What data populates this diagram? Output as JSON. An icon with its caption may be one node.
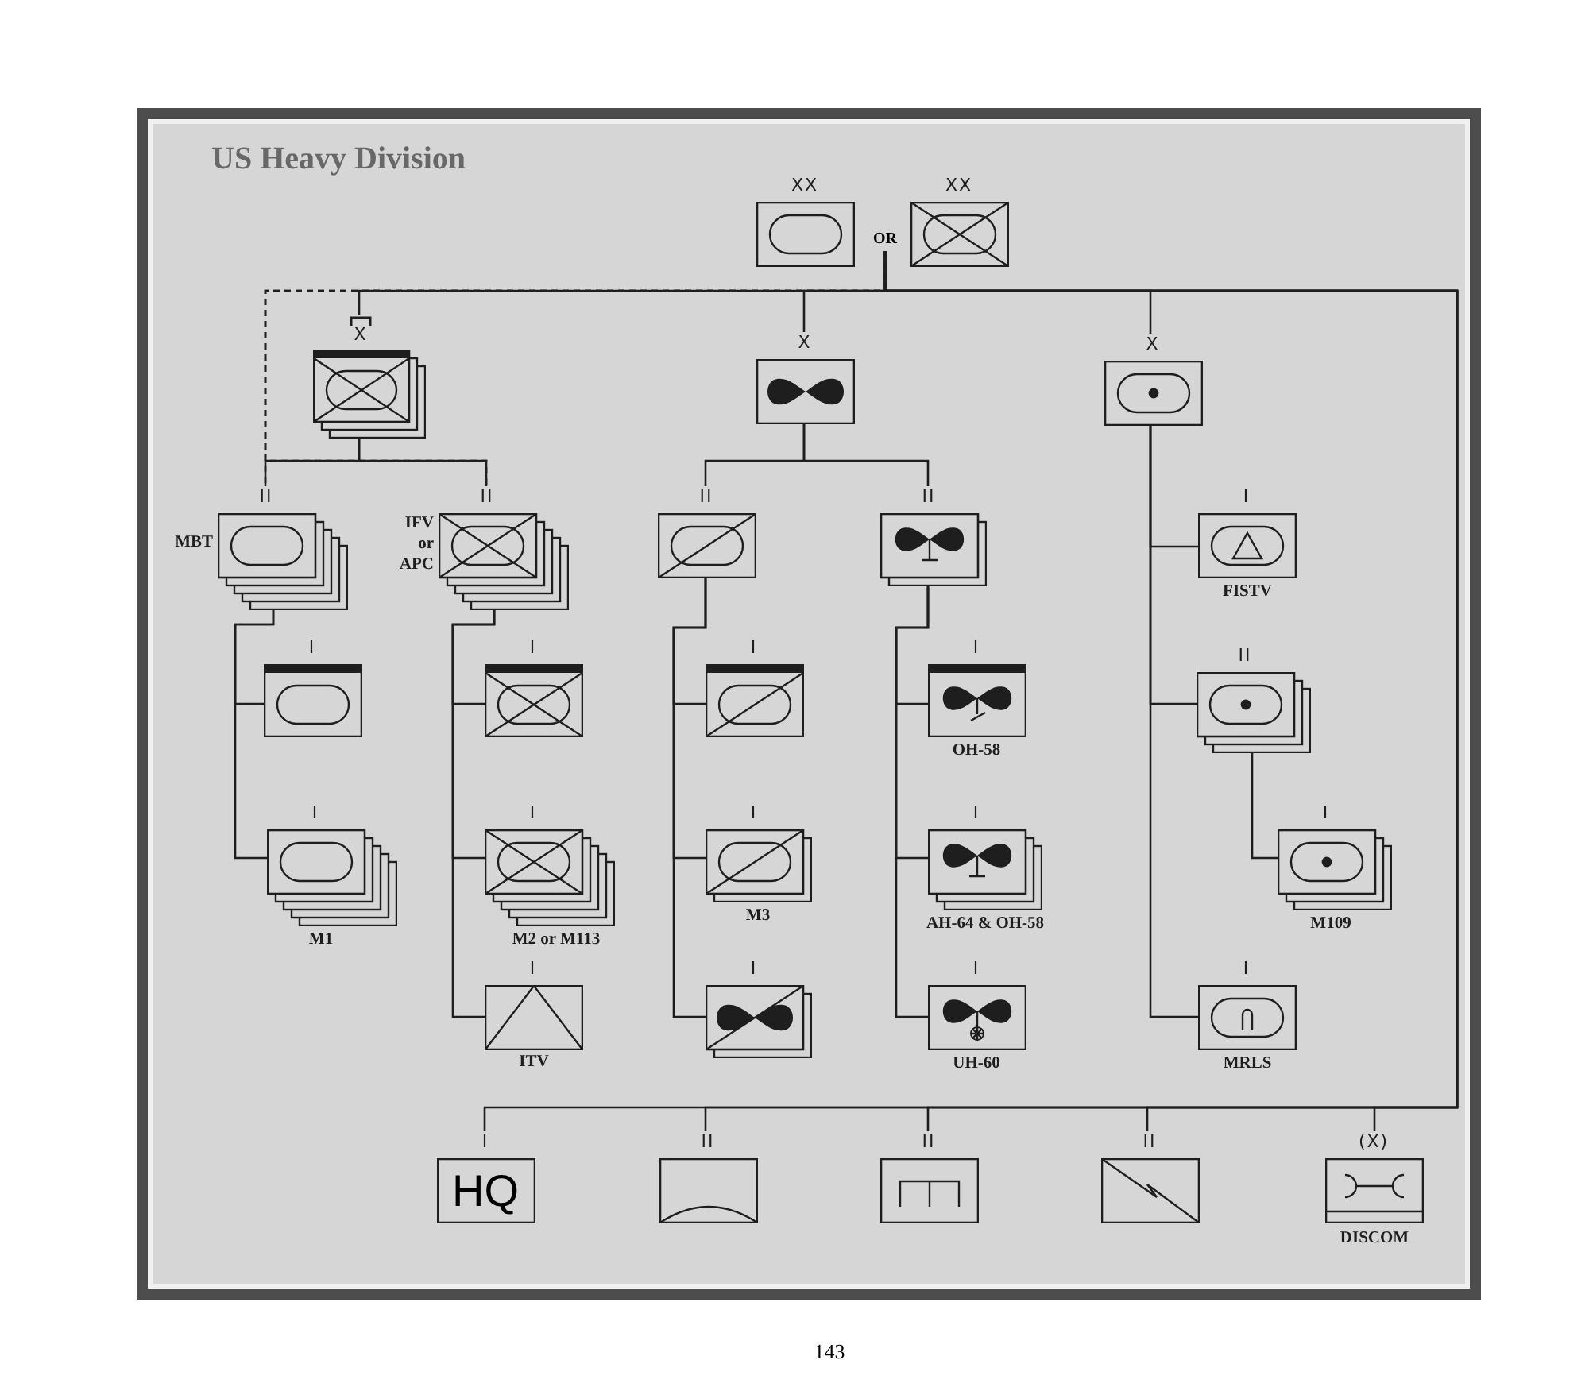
{
  "diagram": {
    "title": "US Heavy Division",
    "nodes": [
      {
        "text": [
          "XX"
        ]
      },
      {
        "text": [
          "OR"
        ]
      },
      {
        "text": [
          "XX"
        ]
      },
      {
        "text": [
          "X"
        ]
      },
      {
        "text": [
          "X"
        ]
      },
      {
        "text": [
          "X"
        ]
      },
      {
        "text": [
          "II"
        ],
        "beside": [
          "MBT"
        ]
      },
      {
        "text": [
          "II"
        ],
        "beside": [
          "IFV or APC"
        ]
      },
      {
        "text": [
          "II"
        ]
      },
      {
        "text": [
          "II"
        ]
      },
      {
        "text": [
          "I"
        ],
        "beside": [
          "FISTV"
        ]
      },
      {
        "text": [
          "I"
        ]
      },
      {
        "text": [
          "I"
        ],
        "beside": [
          "M1"
        ]
      },
      {
        "text": [
          "I"
        ]
      },
      {
        "text": [
          "I"
        ],
        "beside": [
          "M2 or M113"
        ]
      },
      {
        "text": [
          "I"
        ],
        "beside": [
          "ITV"
        ]
      },
      {
        "text": [
          "I"
        ]
      },
      {
        "text": [
          "I"
        ],
        "beside": [
          "M3"
        ]
      },
      {
        "text": [
          "I"
        ]
      },
      {
        "text": [
          "I"
        ],
        "beside": [
          "OH-58"
        ]
      },
      {
        "text": [
          "I"
        ],
        "beside": [
          "AH-64 & OH-58"
        ]
      },
      {
        "text": [
          "I"
        ],
        "beside": [
          "UH-60"
        ]
      },
      {
        "text": [
          "II"
        ]
      },
      {
        "text": [
          "I"
        ],
        "beside": [
          "M109"
        ]
      },
      {
        "text": [
          "I"
        ],
        "beside": [
          "MRLS"
        ]
      },
      {
        "text": [
          "I",
          "HQ"
        ]
      },
      {
        "text": [
          "II"
        ]
      },
      {
        "text": [
          "II"
        ]
      },
      {
        "text": [
          "II"
        ]
      },
      {
        "text": [
          "(X)"
        ],
        "beside": [
          "DISCOM"
        ]
      }
    ],
    "edges": [
      {
        "from": 1,
        "to": 3,
        "arrow": "none"
      },
      {
        "from": 1,
        "to": 4,
        "arrow": "none"
      },
      {
        "from": 1,
        "to": 5,
        "arrow": "none"
      },
      {
        "from": 1,
        "to": 6,
        "arrow": "none",
        "style": "dashed"
      },
      {
        "from": 1,
        "to": 7,
        "arrow": "none",
        "style": "dashed"
      },
      {
        "from": 3,
        "to": 6,
        "arrow": "none"
      },
      {
        "from": 3,
        "to": 7,
        "arrow": "none"
      },
      {
        "from": 4,
        "to": 8,
        "arrow": "none"
      },
      {
        "from": 4,
        "to": 9,
        "arrow": "none"
      },
      {
        "from": 1,
        "to": 25,
        "arrow": "none"
      },
      {
        "from": 1,
        "to": 26,
        "arrow": "none"
      },
      {
        "from": 1,
        "to": 27,
        "arrow": "none"
      },
      {
        "from": 1,
        "to": 28,
        "arrow": "none"
      },
      {
        "from": 1,
        "to": 29,
        "arrow": "none"
      },
      {
        "from": 6,
        "to": 11,
        "arrow": "none"
      },
      {
        "from": 6,
        "to": 12,
        "arrow": "none"
      },
      {
        "from": 7,
        "to": 13,
        "arrow": "none"
      },
      {
        "from": 7,
        "to": 14,
        "arrow": "none"
      },
      {
        "from": 7,
        "to": 15,
        "arrow": "none"
      },
      {
        "from": 8,
        "to": 16,
        "arrow": "none"
      },
      {
        "from": 8,
        "to": 17,
        "arrow": "none"
      },
      {
        "from": 8,
        "to": 18,
        "arrow": "none"
      },
      {
        "from": 9,
        "to": 19,
        "arrow": "none"
      },
      {
        "from": 9,
        "to": 20,
        "arrow": "none"
      },
      {
        "from": 9,
        "to": 21,
        "arrow": "none"
      },
      {
        "from": 5,
        "to": 10,
        "arrow": "none"
      },
      {
        "from": 5,
        "to": 22,
        "arrow": "none"
      },
      {
        "from": 5,
        "to": 24,
        "arrow": "none"
      },
      {
        "from": 22,
        "to": 23,
        "arrow": "none"
      }
    ],
    "labels": [
      "143"
    ]
  }
}
